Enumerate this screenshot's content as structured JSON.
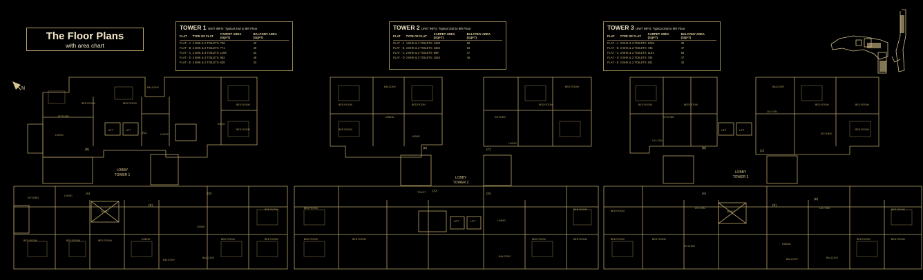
{
  "title": {
    "main": "The Floor Plans",
    "sub": "with area chart"
  },
  "north": "N",
  "towers": [
    {
      "name": "TOWER 1",
      "info": "UNIT INFO: Typical 2nd to 9th Floor",
      "headers": [
        "FLAT",
        "TYPE OF FLAT",
        "CARPET AREA (SQFT)",
        "BALCONY AREA (SQFT)"
      ],
      "rows": [
        [
          "FLAT - A",
          "2 BHK & 2 TOILETS",
          "756",
          "43"
        ],
        [
          "FLAT - B",
          "2 BHK & 2 TOILETS",
          "771",
          "49"
        ],
        [
          "FLAT - C",
          "3 BHK & 3 TOILETS",
          "1159",
          "52"
        ],
        [
          "FLAT - D",
          "3 BHK & 3 TOILETS",
          "982",
          "49"
        ],
        [
          "FLAT - E",
          "2 BHK & 2 TOILETS",
          "626",
          "33"
        ]
      ]
    },
    {
      "name": "TOWER 2",
      "info": "UNIT INFO: Typical 2nd to 9th Floor",
      "headers": [
        "FLAT",
        "TYPE OF FLAT",
        "CARPET AREA (SQFT)",
        "BALCONY AREA (SQFT)"
      ],
      "rows": [
        [
          "FLAT - A",
          "4 BHK & 4 TOILETS",
          "1328",
          "58"
        ],
        [
          "FLAT - B",
          "3 BHK & 3 TOILETS",
          "1026",
          "53"
        ],
        [
          "FLAT - C",
          "2 BHK & 2 TOILETS",
          "698",
          "47"
        ],
        [
          "FLAT - D",
          "3 BHK & 3 TOILETS",
          "1063",
          "46"
        ]
      ]
    },
    {
      "name": "TOWER 3",
      "info": "UNIT INFO: Typical 2nd to 9th Floor",
      "headers": [
        "FLAT",
        "TYPE OF FLAT",
        "CARPET AREA (SQFT)",
        "BALCONY AREA (SQFT)"
      ],
      "rows": [
        [
          "FLAT - A",
          "3 BHK & 3 TOILETS",
          "1083",
          "38"
        ],
        [
          "FLAT - B",
          "2 BHK & 2 TOILETS",
          "736",
          "47"
        ],
        [
          "FLAT - C",
          "3 BHK & 3 TOILETS",
          "1191",
          "56"
        ],
        [
          "FLAT - D",
          "2 BHK & 2 TOILETS",
          "794",
          "47"
        ],
        [
          "FLAT - E",
          "2 BHK & 2 TOILETS",
          "641",
          "33"
        ]
      ]
    }
  ],
  "lobbies": [
    {
      "l1": "LOBBY",
      "l2": "TOWER 1"
    },
    {
      "l1": "LOBBY",
      "l2": "TOWER 2"
    },
    {
      "l1": "LOBBY",
      "l2": "TOWER 3"
    }
  ],
  "flat_markers": [
    "(A)",
    "(B)",
    "(C)",
    "(D)",
    "(E)"
  ],
  "room_labels": {
    "bedroom": "BED ROOM",
    "living": "LIVING",
    "kitchen": "KITCHEN",
    "balcony": "BALCONY",
    "toilet": "TOILET",
    "dining": "DINING",
    "lift": "LIFT",
    "shaft": "SHAFT",
    "liv_dining": "LIV / DIN"
  },
  "colors": {
    "background": "#000000",
    "lines": "#b9a46a",
    "text": "#d8c58e"
  }
}
